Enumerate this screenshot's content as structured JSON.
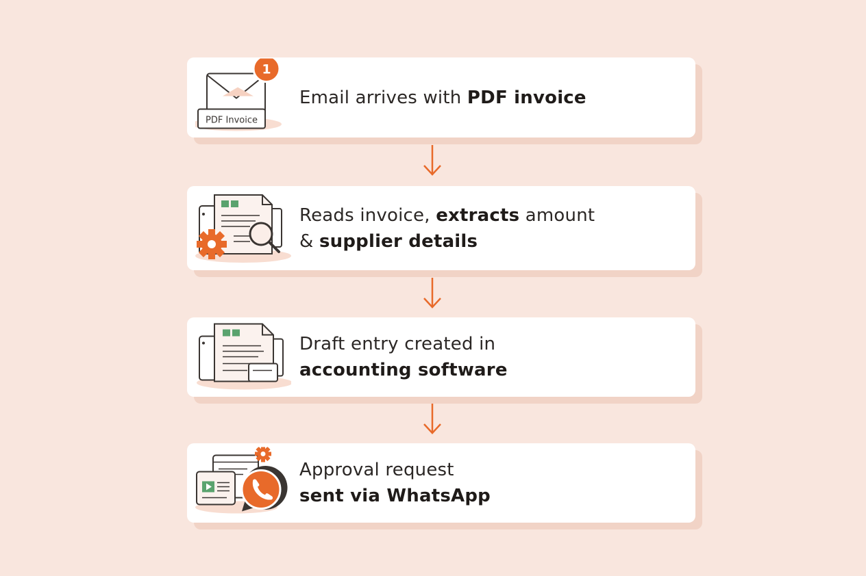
{
  "colors": {
    "background": "#f9e6de",
    "accent": "#e86a2a",
    "card": "#ffffff",
    "green": "#5aa36e"
  },
  "steps": [
    {
      "icon": "email-envelope-pdf-icon",
      "badge": "1",
      "icon_label": "PDF Invoice",
      "line1": [
        {
          "text": "Email arrives with ",
          "bold": false
        },
        {
          "text": "PDF invoice",
          "bold": true
        }
      ],
      "line2": []
    },
    {
      "icon": "document-magnifier-gear-icon",
      "line1": [
        {
          "text": "Reads invoice, ",
          "bold": false
        },
        {
          "text": "extracts",
          "bold": true
        },
        {
          "text": " amount",
          "bold": false
        }
      ],
      "line2": [
        {
          "text": "& ",
          "bold": false
        },
        {
          "text": "supplier details",
          "bold": true
        }
      ]
    },
    {
      "icon": "accounting-document-icon",
      "line1": [
        {
          "text": "Draft entry created in",
          "bold": false
        }
      ],
      "line2": [
        {
          "text": "accounting software",
          "bold": true
        }
      ]
    },
    {
      "icon": "whatsapp-phone-icon",
      "line1": [
        {
          "text": "Approval request",
          "bold": false
        }
      ],
      "line2": [
        {
          "text": "sent via WhatsApp",
          "bold": true
        }
      ]
    }
  ]
}
